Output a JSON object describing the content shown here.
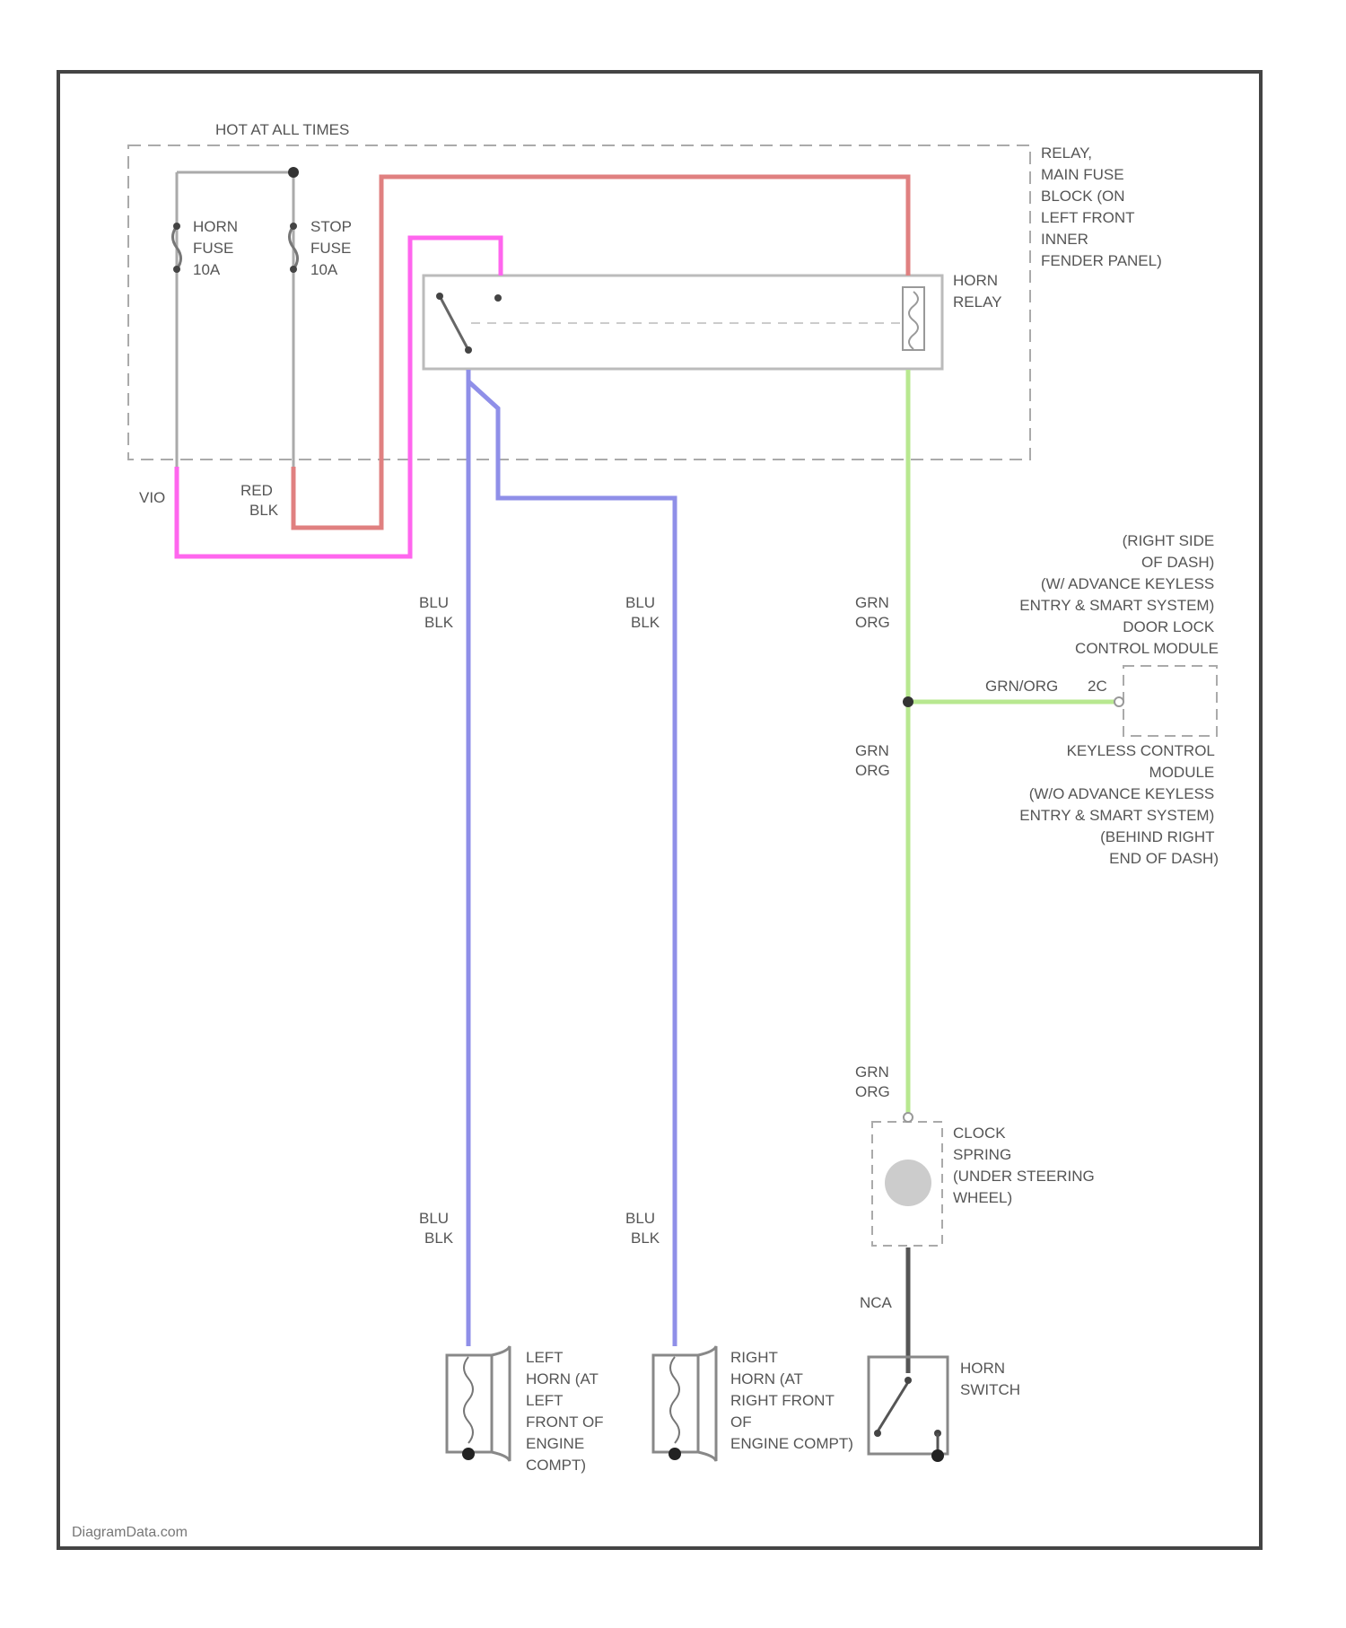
{
  "diagram": {
    "hot_at_all_times": "HOT AT ALL TIMES",
    "relay_block": [
      "RELAY,",
      "MAIN FUSE",
      "BLOCK (ON",
      "LEFT FRONT",
      "INNER",
      "FENDER PANEL)"
    ],
    "horn_fuse": [
      "HORN",
      "FUSE",
      "10A"
    ],
    "stop_fuse": [
      "STOP",
      "FUSE",
      "10A"
    ],
    "horn_relay": [
      "HORN",
      "RELAY"
    ],
    "keyless_top": [
      "(RIGHT SIDE",
      "OF DASH)",
      "(W/ ADVANCE KEYLESS",
      "ENTRY & SMART SYSTEM)",
      "DOOR LOCK",
      "CONTROL MODULE"
    ],
    "keyless_bottom": [
      "KEYLESS CONTROL",
      "MODULE",
      "(W/O ADVANCE KEYLESS",
      "ENTRY & SMART SYSTEM)",
      "(BEHIND RIGHT",
      "END OF DASH)"
    ],
    "clock_spring": [
      "CLOCK",
      "SPRING",
      "(UNDER STEERING",
      "WHEEL)"
    ],
    "horn_switch": [
      "HORN",
      "SWITCH"
    ],
    "left_horn": [
      "LEFT",
      "HORN (AT",
      "LEFT",
      "FRONT OF",
      "ENGINE",
      "COMPT)"
    ],
    "right_horn": [
      "RIGHT",
      "HORN (AT",
      "RIGHT FRONT",
      "OF",
      "ENGINE COMPT)"
    ],
    "wires": {
      "vio": "VIO",
      "red_blk": [
        "RED",
        "BLK"
      ],
      "blu_blk": [
        "BLU",
        "BLK"
      ],
      "grn_org": [
        "GRN",
        "ORG"
      ],
      "grn_org_inline": "GRN/ORG",
      "connector_pin": "2C",
      "nca": "NCA"
    },
    "colors": {
      "vio": "#ff66ee",
      "red": "#e08080",
      "blu": "#8f8fe8",
      "grn": "#b8e890",
      "gray": "#aaaaaa",
      "dark": "#555555"
    },
    "watermark": "DiagramData.com"
  }
}
